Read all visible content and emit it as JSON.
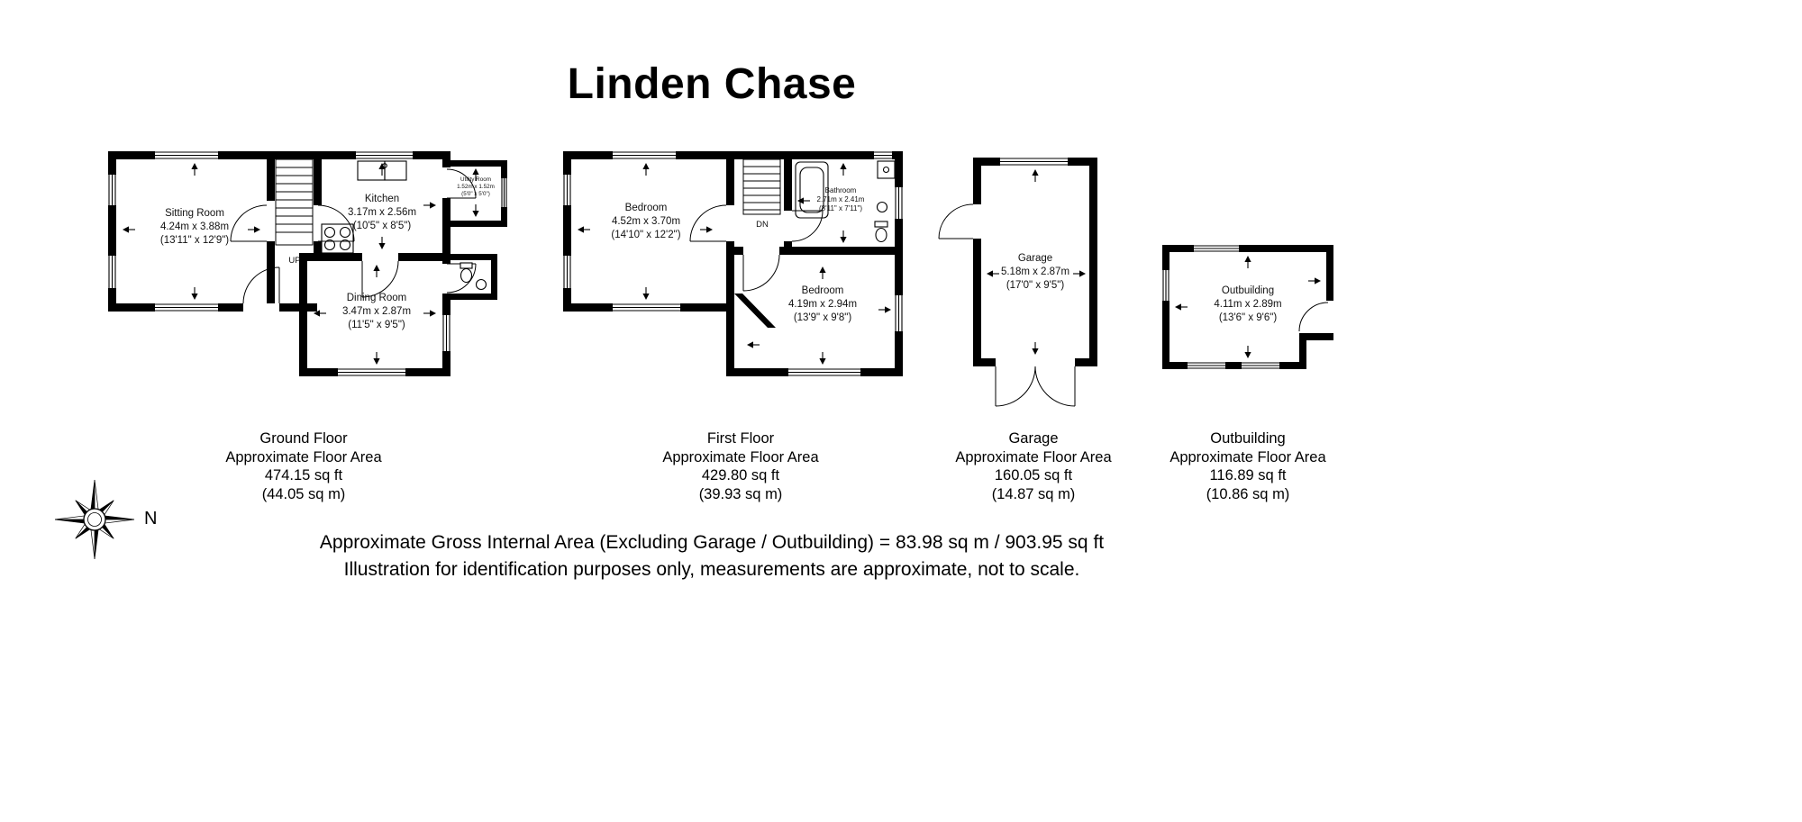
{
  "title": "Linden Chase",
  "compass": {
    "north_label": "N"
  },
  "colors": {
    "wall": "#000000",
    "background": "#ffffff"
  },
  "ground_floor": {
    "stairs_label": "UP",
    "rooms": {
      "sitting_room": {
        "name": "Sitting Room",
        "metric": "4.24m x 3.88m",
        "imperial": "(13'11\" x 12'9\")"
      },
      "kitchen": {
        "name": "Kitchen",
        "metric": "3.17m x 2.56m",
        "imperial": "(10'5\" x 8'5\")"
      },
      "utility_room": {
        "name": "Utility Room",
        "metric": "1.52m x 1.52m",
        "imperial": "(5'0\" x 5'0\")"
      },
      "dining_room": {
        "name": "Dining Room",
        "metric": "3.47m x 2.87m",
        "imperial": "(11'5\" x 9'5\")"
      }
    },
    "caption": {
      "floor": "Ground Floor",
      "area_label": "Approximate Floor Area",
      "area_sqft": "474.15 sq ft",
      "area_sqm": "(44.05 sq m)"
    }
  },
  "first_floor": {
    "stairs_label": "DN",
    "rooms": {
      "bedroom_1": {
        "name": "Bedroom",
        "metric": "4.52m x 3.70m",
        "imperial": "(14'10\" x 12'2\")"
      },
      "bathroom": {
        "name": "Bathroom",
        "metric": "2.71m x 2.41m",
        "imperial": "(8'11\" x 7'11\")"
      },
      "bedroom_2": {
        "name": "Bedroom",
        "metric": "4.19m x 2.94m",
        "imperial": "(13'9\" x 9'8\")"
      }
    },
    "caption": {
      "floor": "First Floor",
      "area_label": "Approximate Floor Area",
      "area_sqft": "429.80 sq ft",
      "area_sqm": "(39.93 sq m)"
    }
  },
  "garage": {
    "room": {
      "name": "Garage",
      "metric": "5.18m x 2.87m",
      "imperial": "(17'0\" x 9'5\")"
    },
    "caption": {
      "floor": "Garage",
      "area_label": "Approximate Floor Area",
      "area_sqft": "160.05 sq ft",
      "area_sqm": "(14.87 sq m)"
    }
  },
  "outbuilding": {
    "room": {
      "name": "Outbuilding",
      "metric": "4.11m x 2.89m",
      "imperial": "(13'6\" x 9'6\")"
    },
    "caption": {
      "floor": "Outbuilding",
      "area_label": "Approximate Floor Area",
      "area_sqft": "116.89 sq ft",
      "area_sqm": "(10.86 sq m)"
    }
  },
  "footer": {
    "line1": "Approximate Gross Internal Area (Excluding Garage / Outbuilding) = 83.98 sq m / 903.95 sq ft",
    "line2": "Illustration for identification purposes only, measurements are approximate, not to scale."
  }
}
